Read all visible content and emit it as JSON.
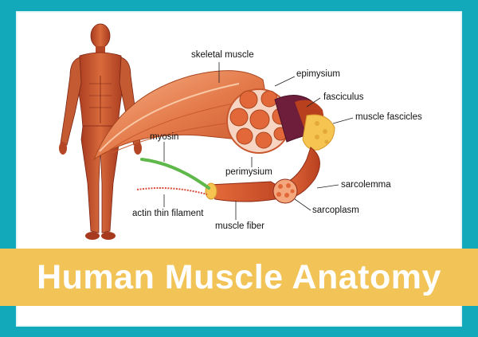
{
  "title": "Human Muscle Anatomy",
  "labels": {
    "skeletal_muscle": "skeletal muscle",
    "epimysium": "epimysium",
    "fasciculus": "fasciculus",
    "muscle_fascicles": "muscle fascicles",
    "myosin": "myosin",
    "perimysium": "perimysium",
    "sarcolemma": "sarcolemma",
    "sarcoplasm": "sarcoplasm",
    "actin_thin_filament": "actin thin filament",
    "muscle_fiber": "muscle fiber"
  },
  "colors": {
    "frame": "#12a9bb",
    "banner": "#f2c457",
    "muscle": "#d9643a",
    "muscle_light": "#f4a77c",
    "muscle_dark": "#8e2b17",
    "fasciculus": "#6e1d3a",
    "fascicle_yellow": "#f6c451",
    "myosin": "#5fb84a"
  }
}
